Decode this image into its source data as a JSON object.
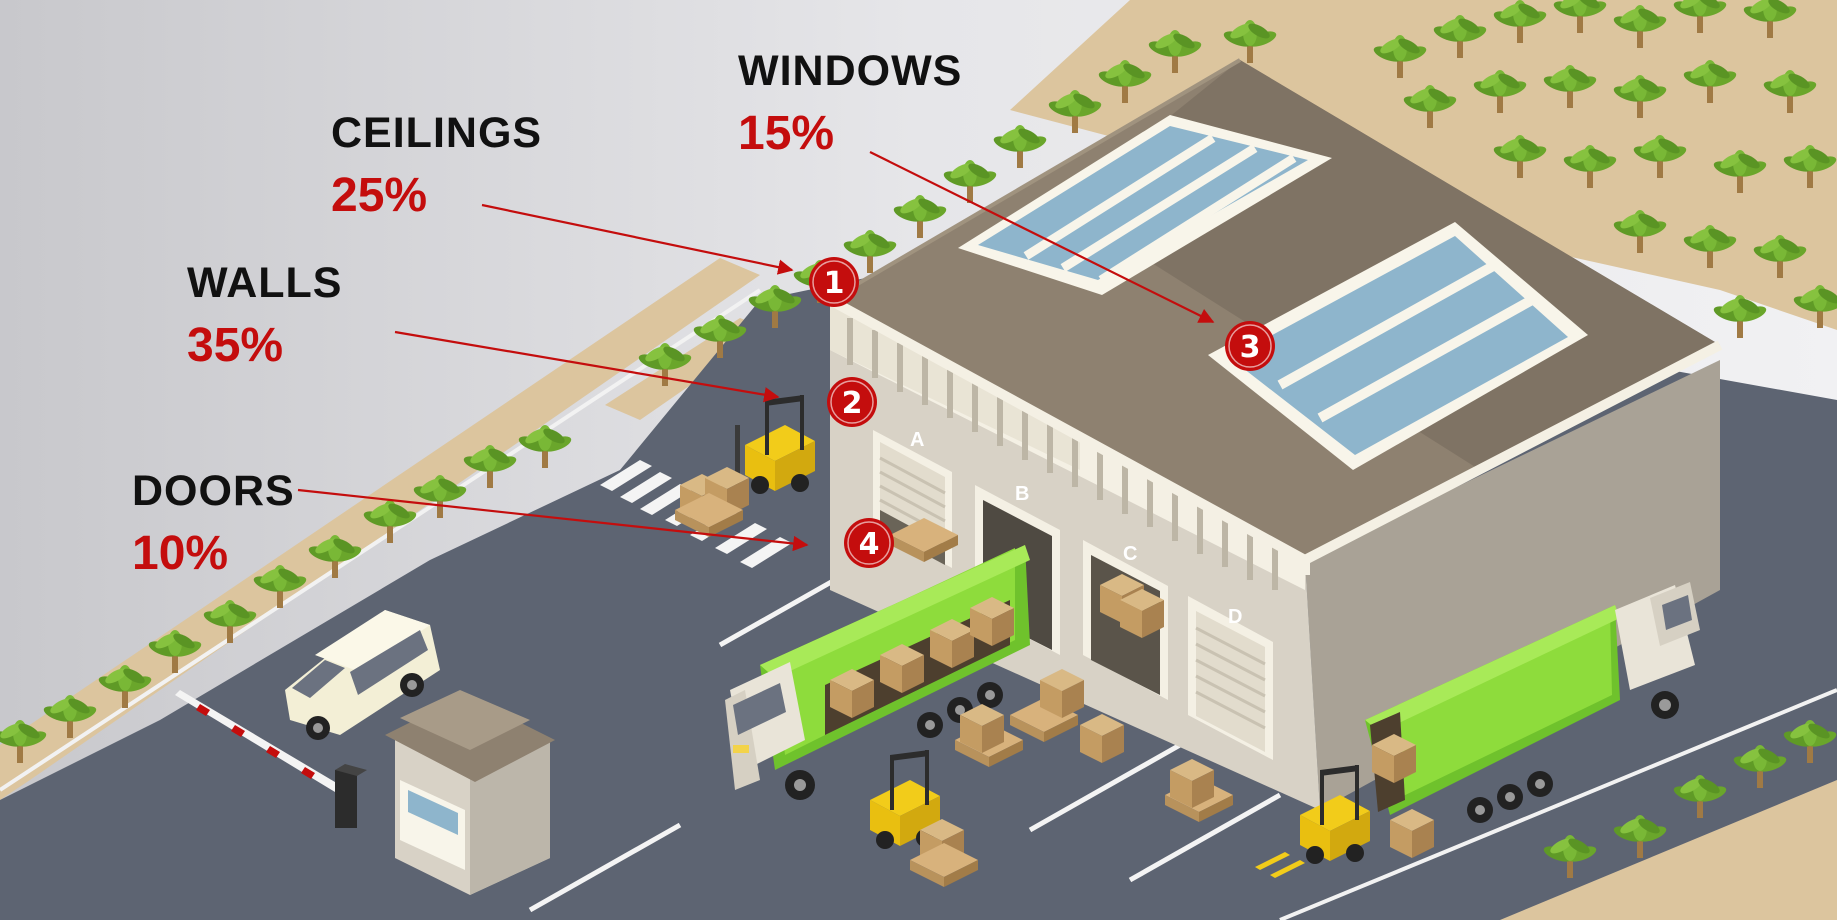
{
  "labels": [
    {
      "id": "windows",
      "name": "WINDOWS",
      "percent": "15%",
      "number": "3"
    },
    {
      "id": "ceilings",
      "name": "CEILINGS",
      "percent": "25%",
      "number": "1"
    },
    {
      "id": "walls",
      "name": "WALLS",
      "percent": "35%",
      "number": "2"
    },
    {
      "id": "doors",
      "name": "DOORS",
      "percent": "10%",
      "number": "4"
    }
  ],
  "dock_doors": [
    "A",
    "B",
    "C",
    "D"
  ],
  "colors": {
    "accent": "#c40d0d",
    "sky": "#e4e4e7",
    "sand": "#dcc59e",
    "asphalt": "#5d6472",
    "roof": "#8e8170",
    "wall": "#d8d2c6",
    "skylight": "#8eb5cc",
    "truck": "#8edc3c",
    "forklift": "#f2cc1a",
    "palm": "#6aa62b"
  },
  "icons": [
    "warehouse-icon",
    "forklift-icon",
    "truck-icon",
    "van-icon",
    "guard-booth-icon",
    "barrier-gate-icon",
    "palm-tree-icon",
    "pallet-icon",
    "box-icon"
  ]
}
